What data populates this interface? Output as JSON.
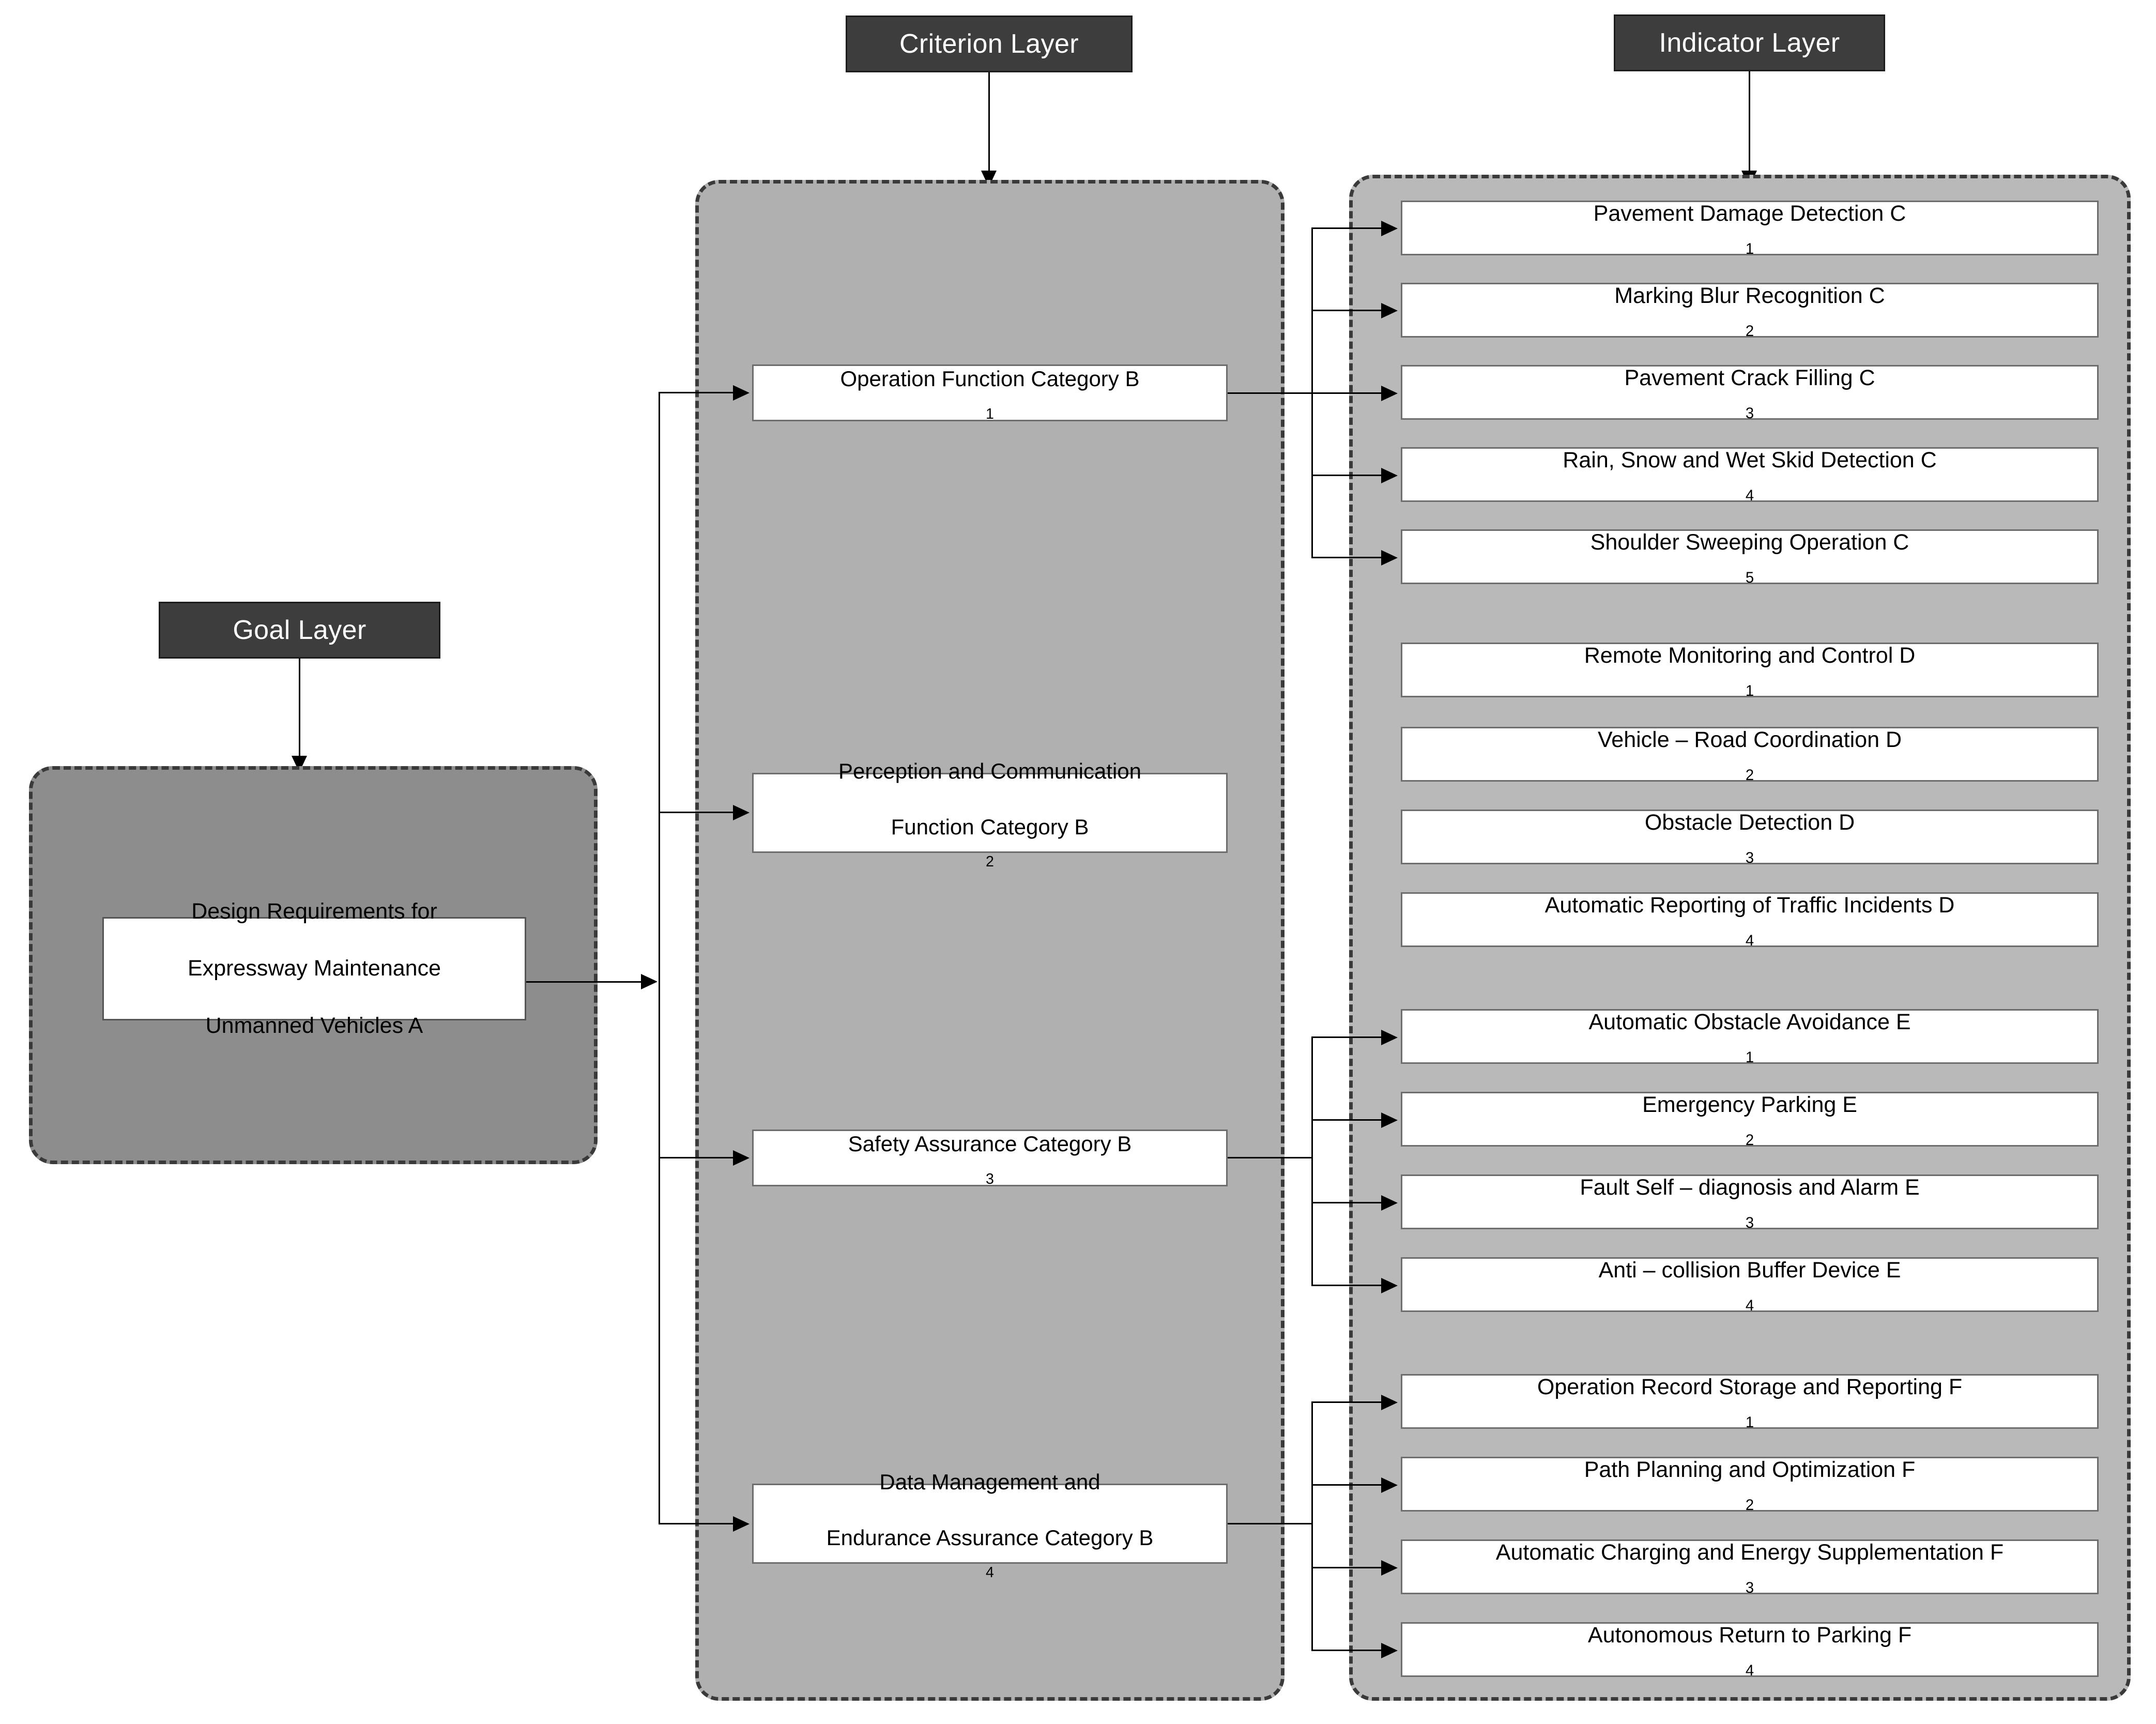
{
  "layers": {
    "goal": {
      "chip_label": "Goal Layer"
    },
    "criterion": {
      "chip_label": "Criterion Layer"
    },
    "indicator": {
      "chip_label": "Indicator Layer"
    }
  },
  "goal_node": {
    "line1": "Design Requirements for",
    "line2": "Expressway Maintenance",
    "line3": "Unmanned Vehicles A",
    "code": "A"
  },
  "criteria": [
    {
      "line1": "Operation Function Category B",
      "line2": "",
      "sub": "1",
      "code": "B1"
    },
    {
      "line1": "Perception and Communication",
      "line2": "Function Category B",
      "sub": "2",
      "code": "B2"
    },
    {
      "line1": "Safety Assurance Category B",
      "line2": "",
      "sub": "3",
      "code": "B3"
    },
    {
      "line1": "Data Management and",
      "line2": "Endurance Assurance Category B",
      "sub": "4",
      "code": "B4"
    }
  ],
  "indicator_groups": [
    {
      "parent": "B1",
      "items": [
        {
          "text": "Pavement Damage Detection C",
          "sub": "1",
          "code": "C1"
        },
        {
          "text": "Marking Blur Recognition C",
          "sub": "2",
          "code": "C2"
        },
        {
          "text": "Pavement Crack Filling C",
          "sub": "3",
          "code": "C3"
        },
        {
          "text": "Rain, Snow and Wet Skid Detection C",
          "sub": "4",
          "code": "C4"
        },
        {
          "text": "Shoulder Sweeping Operation C",
          "sub": "5",
          "code": "C5"
        }
      ]
    },
    {
      "parent": "B2",
      "items": [
        {
          "text": "Remote Monitoring and Control D",
          "sub": "1",
          "code": "D1"
        },
        {
          "text": "Vehicle – Road Coordination D",
          "sub": "2",
          "code": "D2"
        },
        {
          "text": "Obstacle Detection D",
          "sub": "3",
          "code": "D3"
        },
        {
          "text": "Automatic Reporting of Traffic Incidents D",
          "sub": "4",
          "code": "D4"
        }
      ]
    },
    {
      "parent": "B3",
      "items": [
        {
          "text": "Automatic Obstacle Avoidance E",
          "sub": "1",
          "code": "E1"
        },
        {
          "text": "Emergency Parking E",
          "sub": "2",
          "code": "E2"
        },
        {
          "text": "Fault Self – diagnosis and Alarm E",
          "sub": "3",
          "code": "E3"
        },
        {
          "text": "Anti – collision Buffer Device E",
          "sub": "4",
          "code": "E4"
        }
      ]
    },
    {
      "parent": "B4",
      "items": [
        {
          "text": "Operation Record Storage and Reporting F",
          "sub": "1",
          "code": "F1"
        },
        {
          "text": "Path Planning and Optimization F",
          "sub": "2",
          "code": "F2"
        },
        {
          "text": "Automatic Charging and Energy Supplementation F",
          "sub": "3",
          "code": "F3"
        },
        {
          "text": "Autonomous Return to Parking F",
          "sub": "4",
          "code": "F4"
        }
      ]
    }
  ],
  "colors": {
    "chip_background": "#3d3d3d",
    "chip_text": "#ffffff",
    "goal_container_fill": "#8d8d8d",
    "criterion_container_fill": "#b0b0b0",
    "indicator_container_fill": "#b9b9b9",
    "node_fill": "#ffffff",
    "line": "#000000"
  }
}
